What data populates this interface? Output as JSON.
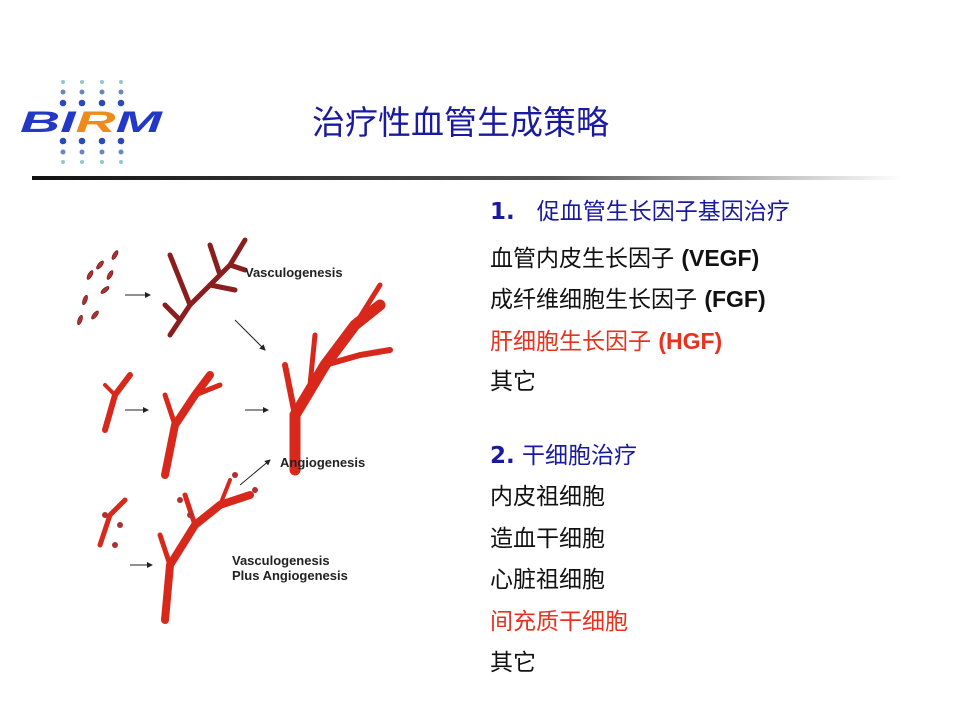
{
  "logo": {
    "text": "BIRM"
  },
  "title": "治疗性血管生成策略",
  "section1": {
    "number": "1.",
    "heading": "促血管生长因子基因治疗",
    "items": [
      {
        "text": "血管内皮生长因子 ",
        "abbr": "(VEGF)"
      },
      {
        "text": "成纤维细胞生长因子 ",
        "abbr": "(FGF)"
      },
      {
        "text": "肝细胞生长因子 ",
        "abbr": "(HGF)"
      },
      {
        "text": "其它"
      }
    ]
  },
  "section2": {
    "number": "2.",
    "heading": " 干细胞治疗",
    "items": [
      "内皮祖细胞",
      "造血干细胞",
      "心脏祖细胞",
      "间充质干细胞",
      "其它"
    ]
  },
  "figure": {
    "labels": {
      "vasculogenesis": "Vasculogenesis",
      "angiogenesis": "Angiogenesis",
      "combo1": "Vasculogenesis",
      "combo2": "Plus Angiogenesis"
    }
  },
  "colors": {
    "title": "#1a1aa0",
    "highlight": "#e8321e",
    "vessel": "#d8281c"
  }
}
